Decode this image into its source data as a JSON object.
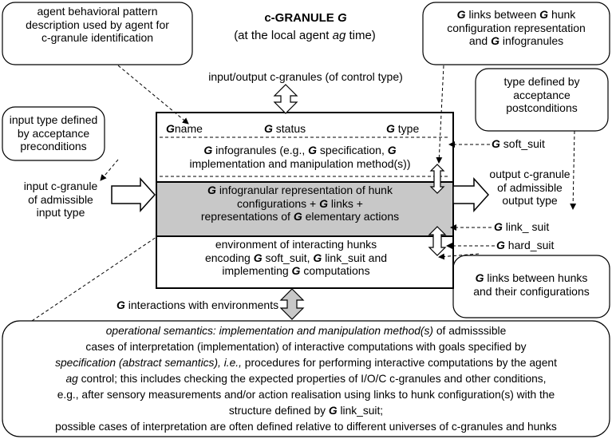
{
  "title": {
    "prefix": "c-GRANULE",
    "symbol": "G",
    "subtitle_open": "(at the local agent",
    "subtitle_ag": "ag",
    "subtitle_close": "time)"
  },
  "callouts": {
    "behavioral": [
      "agent behavioral pattern",
      "description used by agent for",
      "c-granule identification"
    ],
    "hunk_links": {
      "line1": "links between",
      "line1_sym": "hunk",
      "line2": "configuration  representation",
      "line3_pre": "and",
      "line3": "infogranules"
    },
    "postconditions": [
      "type defined by",
      "acceptance",
      "postconditions"
    ],
    "preconditions": [
      "input type defined",
      "by acceptance",
      "preconditions"
    ],
    "hunks_between": {
      "line1": "links between hunks",
      "line2": "and their configurations"
    }
  },
  "labels": {
    "io_control": "input/output  c-granules (of control type)",
    "input_granule": [
      "input c-granule",
      "of admissible",
      "input type"
    ],
    "output_granule": [
      "output  c-granule",
      "of admissible",
      "output type"
    ],
    "soft_suit": "soft_suit",
    "link_suit": "link_ suit",
    "hard_suit": "hard_suit",
    "interactions": "interactions with environments"
  },
  "main_box": {
    "name": "name",
    "status": "status",
    "type": "type",
    "infogranules": [
      "infogranules (e.g.,",
      "specification,",
      "implementation  and manipulation method(s))"
    ],
    "representation": [
      "infogranular representation of hunk",
      "configurations +",
      "links +",
      "representations of",
      "elementary actions"
    ],
    "environment": [
      "environment of interacting hunks",
      "encoding",
      "soft_suit,",
      "link_suit and",
      "implementing",
      "computations"
    ]
  },
  "bottom": {
    "l1_italic": "operational semantics: implementation and manipulation method(s)",
    "l1_rest": " of admisssible",
    "l2": "cases of interpretation (implementation) of interactive computations with goals specified by",
    "l3_italic": "specification (abstract semantics), i.e.,",
    "l3_rest": " procedures for performing interactive computations by the agent",
    "l4_italic": "ag",
    "l4_rest": " control; this  includes checking the expected properties of I/O/C c-granules and other conditions,",
    "l5": "e.g., after sensory measurements and/or action realisation using links to hunk configuration(s) with the",
    "l6_pre": "structure defined by",
    "l6_sym": "G",
    "l6_post": "link_suit;",
    "l7": "possible cases of interpretation are often defined relative to different universes of c-granules and hunks"
  },
  "colors": {
    "shaded_section": "#c8c8c8",
    "connector_gray": "#c8c8c8",
    "line": "#000000"
  }
}
